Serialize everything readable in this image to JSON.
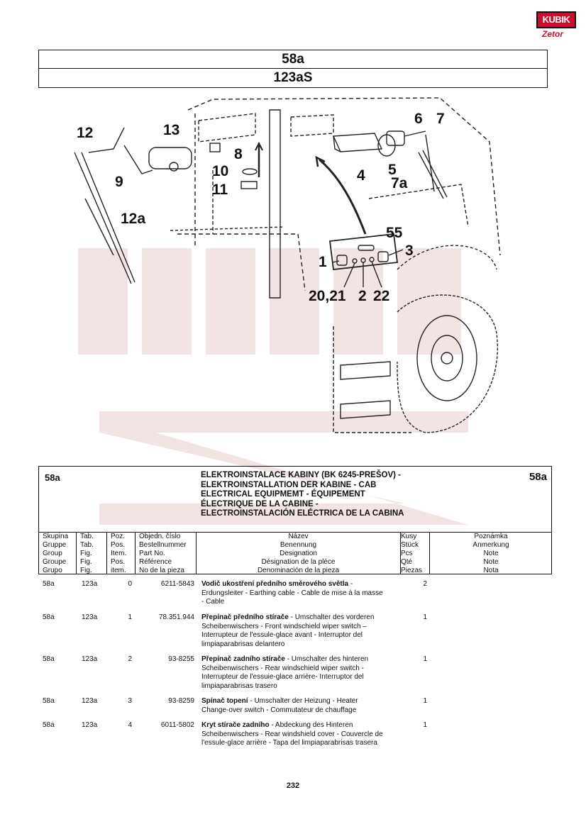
{
  "logo": {
    "top": "KUBIK",
    "bottom": "Zetor"
  },
  "title": {
    "line1": "58a",
    "line2": "123aS"
  },
  "callouts": [
    "12",
    "13",
    "9",
    "8",
    "10",
    "11",
    "12a",
    "6",
    "7",
    "5",
    "4",
    "7a",
    "55",
    "1",
    "3",
    "20,21",
    "2",
    "22"
  ],
  "header": {
    "code_left": "58a",
    "code_right": "58a",
    "title": "ELEKTROINSTALACE KABINY (BK 6245-PREŠOV) - ELEKTROINSTALLATION DER KABINE - CAB ELECTRICAL EQUIPMEMT - ÉQUIPEMENT ÉLECTRIQUE DE LA CABINE - ELECTROINSTALACIÓN ELÉCTRICA DE LA CABINA"
  },
  "columns": {
    "group": [
      "Skupina",
      "Gruppe",
      "Group",
      "Groupe",
      "Grupo"
    ],
    "tab": [
      "Tab.",
      "Tab.",
      "Fig.",
      "Fig.",
      "Fig."
    ],
    "pos": [
      "Poz.",
      "Pos.",
      "Item.",
      "Pos.",
      "item."
    ],
    "part": [
      "Objedn. číslo",
      "Bestellnummer",
      "Part No.",
      "Référence",
      "No de la pieza"
    ],
    "name": [
      "Název",
      "Benennung",
      "Designation",
      "Désignation de la pléce",
      "Denominación de la pieza"
    ],
    "qty": [
      "Kusy",
      "Stück",
      "Pcs",
      "Qté",
      "Piezas"
    ],
    "note": [
      "Poznámka",
      "Anmerkung",
      "Note",
      "Note",
      "Nota"
    ]
  },
  "rows": [
    {
      "group": "58a",
      "tab": "123a",
      "pos": "0",
      "part": "6211-5843",
      "title": "Vodič ukostření předního směrového světla",
      "desc": " - Erdungsleiter - Earthing cable - Cable de mise à la masse - Cable",
      "qty": "2"
    },
    {
      "group": "58a",
      "tab": "123a",
      "pos": "1",
      "part": "78.351.944",
      "title": "Přepínač předního stírače",
      "desc": " - Umschalter des vorderen Scheibenwischers - Front windschield wiper switch – Interrupteur de l'essule-glace avant - Interruptor del limpiaparabrisas delantero",
      "qty": "1"
    },
    {
      "group": "58a",
      "tab": "123a",
      "pos": "2",
      "part": "93-8255",
      "title": "Přepínač zadního stírače",
      "desc": " - Umschalter des hinteren Scheibenwischers - Rear windschield wiper switch - Interrupteur de l'essuie-glace arrière- Interruptor del limpiaparabrisas trasero",
      "qty": "1"
    },
    {
      "group": "58a",
      "tab": "123a",
      "pos": "3",
      "part": "93-8259",
      "title": "Spínač topení",
      "desc": " - Umschalter der Heizung - Heater Change-over switch - Commutateur de chauffage",
      "qty": "1"
    },
    {
      "group": "58a",
      "tab": "123a",
      "pos": "4",
      "part": "6011-5802",
      "title": "Kryt stírače zadního",
      "desc": " - Abdeckung des Hinteren Scheibenwischers - Rear windshield cover - Couvercle de l'essule-glace arrière - Tapa del limpiaparabrisas trasera",
      "qty": "1"
    }
  ],
  "page_number": "232"
}
